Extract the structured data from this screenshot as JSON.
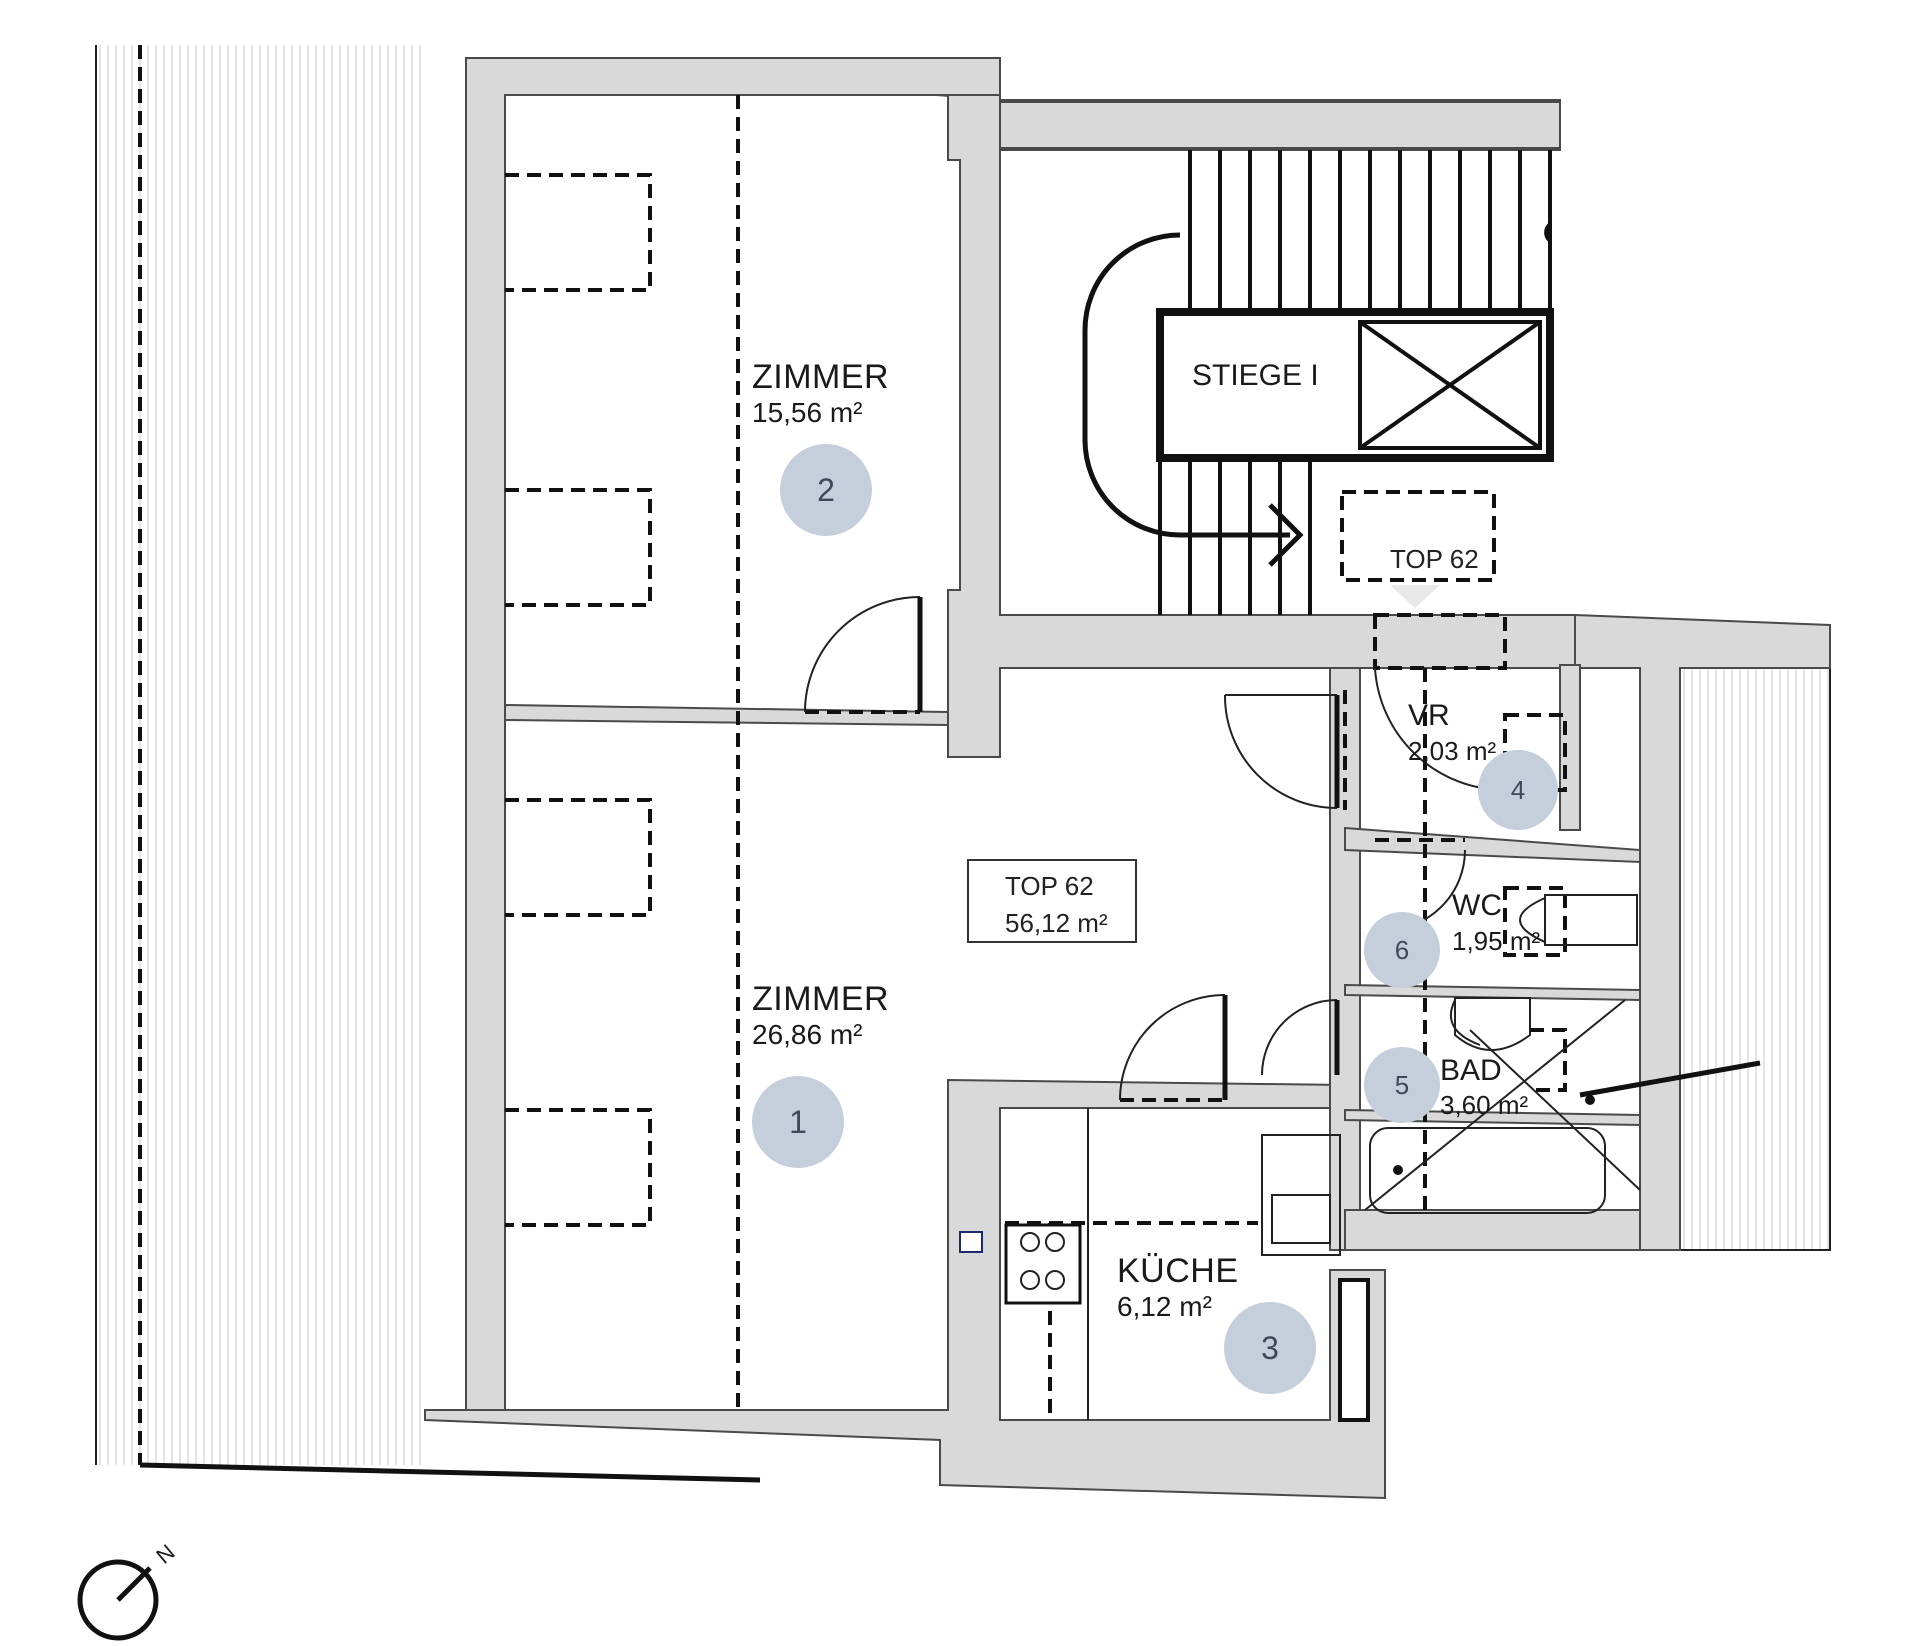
{
  "stair": {
    "label": "STIEGE I"
  },
  "unit_tag": {
    "label": "TOP 62"
  },
  "unit_box": {
    "label": "TOP 62",
    "area": "56,12 m²"
  },
  "compass": {
    "north_letter": "N"
  },
  "rooms": [
    {
      "id": "zimmer-2",
      "name": "ZIMMER",
      "area": "15,56 m²",
      "badge": "2"
    },
    {
      "id": "zimmer-1",
      "name": "ZIMMER",
      "area": "26,86 m²",
      "badge": "1"
    },
    {
      "id": "kueche",
      "name": "KÜCHE",
      "area": "6,12 m²",
      "badge": "3"
    },
    {
      "id": "vr",
      "name": "VR",
      "area": "2,03 m²",
      "badge": "4"
    },
    {
      "id": "bad",
      "name": "BAD",
      "area": "3,60 m²",
      "badge": "5"
    },
    {
      "id": "wc",
      "name": "WC",
      "area": "1,95 m²",
      "badge": "6"
    }
  ]
}
